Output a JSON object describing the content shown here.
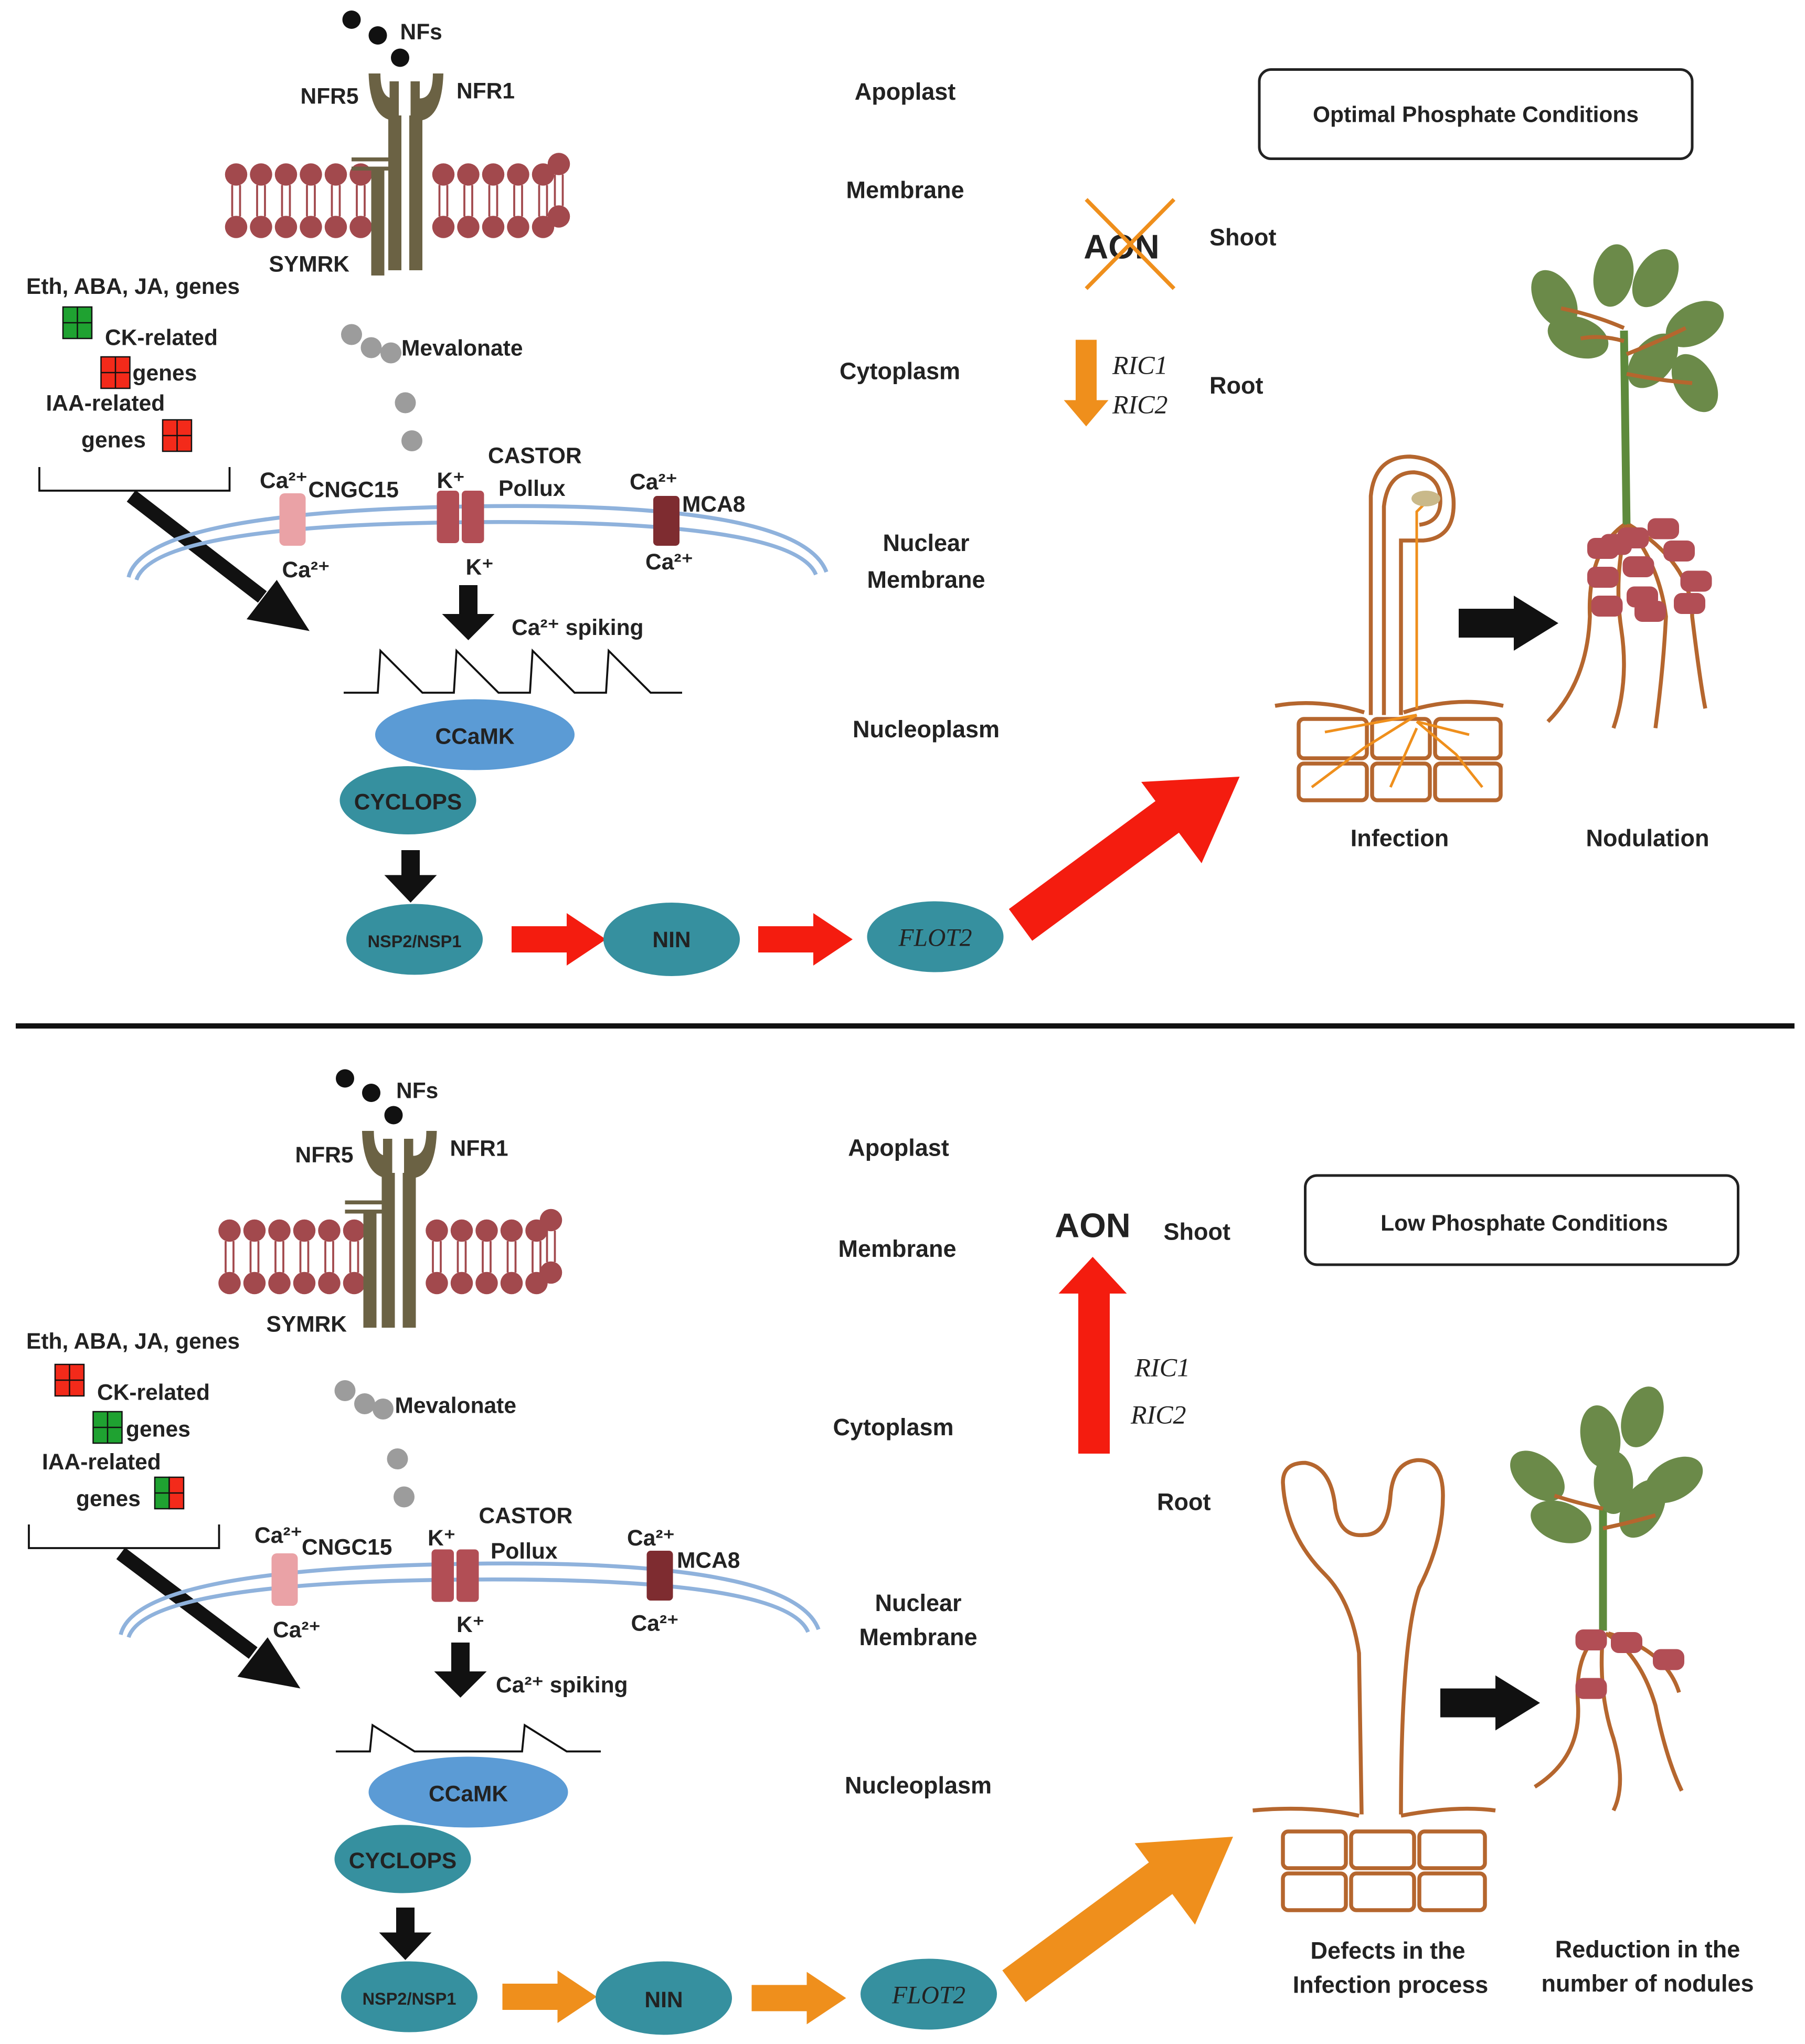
{
  "colors": {
    "receptor": "#6b6244",
    "lipid": "#a2494d",
    "nuclear_membrane": "#8fb2dc",
    "teal": "#36909f",
    "ccamk": "#5b9bd5",
    "red_arrow": "#f41c0f",
    "orange_arrow": "#ef8f1c",
    "root": "#b5662e",
    "leaf": "#6b8a49",
    "stem": "#5e8a3c",
    "nodule": "#b24e55",
    "green_box": "#1fa231",
    "red_box": "#f32a1a"
  },
  "labels": {
    "nfs": "NFs",
    "nfr5": "NFR5",
    "nfr1": "NFR1",
    "symrk": "SYMRK",
    "mevalonate": "Mevalonate",
    "hormones": "Eth, ABA, JA, genes",
    "ck_related": "CK-related",
    "ck_genes": "genes",
    "iaa_related": "IAA-related",
    "iaa_genes": "genes",
    "ca2": "Ca²⁺",
    "kplus": "K⁺",
    "cngc15": "CNGC15",
    "castor": "CASTOR",
    "pollux": "Pollux",
    "mca8": "MCA8",
    "spiking": "Ca²⁺ spiking",
    "ccamk": "CCaMK",
    "cyclops": "CYCLOPS",
    "nsp": "NSP2/NSP1",
    "nin": "NIN",
    "flot2": "FLOT2",
    "apoplast": "Apoplast",
    "membrane": "Membrane",
    "cytoplasm": "Cytoplasm",
    "nuclear": "Nuclear",
    "nuclear_membrane": "Membrane",
    "nucleoplasm": "Nucleoplasm",
    "aon": "AON",
    "shoot": "Shoot",
    "root": "Root",
    "ric1": "RIC1",
    "ric2": "RIC2"
  },
  "panels": {
    "optimal": {
      "title": "Optimal Phosphate Conditions",
      "infection": "Infection",
      "nodulation": "Nodulation"
    },
    "low": {
      "title": "Low Phosphate Conditions",
      "infection_line1": "Defects in the",
      "infection_line2": "Infection process",
      "nodulation_line1": "Reduction in the",
      "nodulation_line2": "number of nodules"
    }
  }
}
